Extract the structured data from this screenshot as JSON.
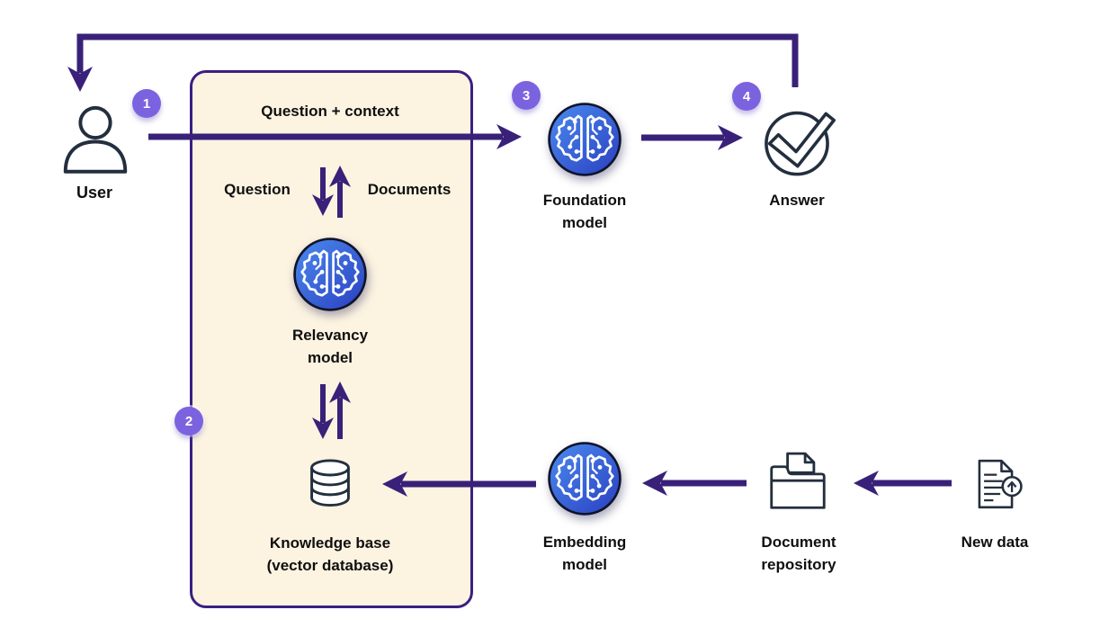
{
  "diagram": {
    "badges": [
      {
        "value": "1"
      },
      {
        "value": "2"
      },
      {
        "value": "3"
      },
      {
        "value": "4"
      }
    ],
    "box": {
      "title": "Question + context",
      "question_label": "Question",
      "documents_label": "Documents"
    },
    "nodes": {
      "user": {
        "label": "User",
        "icon": "user-icon"
      },
      "relevancy_model": {
        "lines": [
          "Relevancy",
          "model"
        ],
        "icon": "brain-circuit-icon"
      },
      "knowledge_base": {
        "lines": [
          "Knowledge base",
          "(vector database)"
        ],
        "icon": "database-cylinder-icon"
      },
      "foundation_model": {
        "lines": [
          "Foundation",
          "model"
        ],
        "icon": "brain-circuit-icon"
      },
      "answer": {
        "label": "Answer",
        "icon": "check-circle-icon"
      },
      "embedding_model": {
        "lines": [
          "Embedding",
          "model"
        ],
        "icon": "brain-circuit-icon"
      },
      "document_repository": {
        "lines": [
          "Document",
          "repository"
        ],
        "icon": "folder-document-icon"
      },
      "new_data": {
        "label": "New data",
        "icon": "document-upload-icon"
      }
    },
    "colors": {
      "arrow_purple": "#392179",
      "box_fill": "#fcf3e1",
      "box_border": "#3a2080",
      "icon_outline_navy": "#232f3e",
      "badge_purple": "#7b63e0",
      "brain_gradient_start": "#4b8bf0",
      "brain_gradient_end": "#2a3fc0",
      "label_text": "#0f0f0f"
    }
  }
}
